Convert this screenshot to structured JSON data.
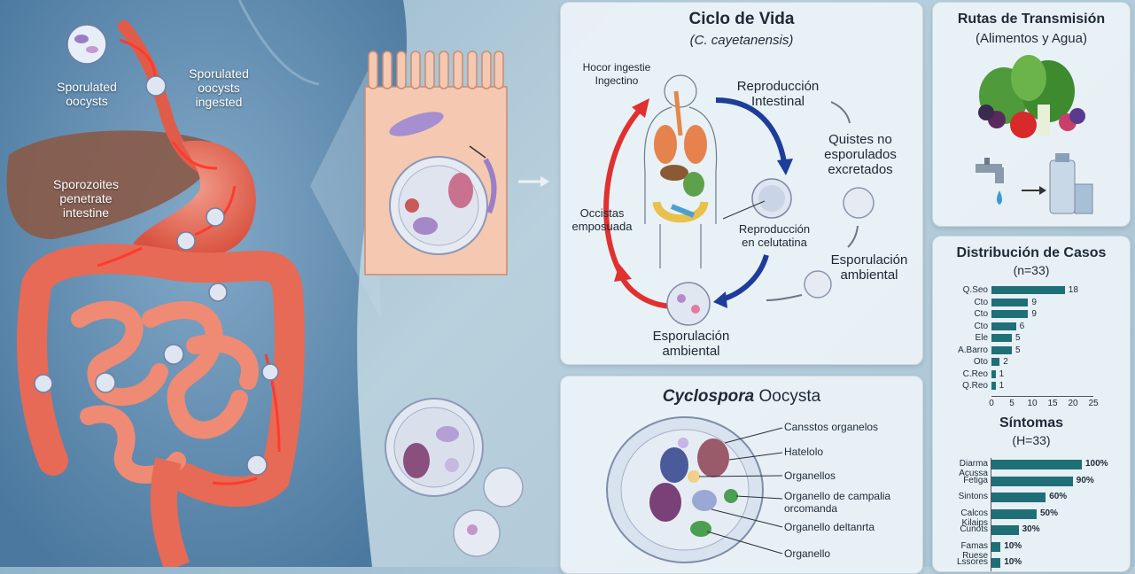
{
  "anatomy": {
    "label_sporulated": "Sporulated\noocysts",
    "label_ingested": "Sporulated\noocysts\ningested",
    "label_sporozoites": "Sporozoites\npenetrate\nintestine"
  },
  "life_cycle": {
    "title": "Ciclo de Vida",
    "subtitle": "(C. cayetanensis)",
    "labels": {
      "ingest": "Hocor ingestie\nIngectino",
      "reproduccion_intestinal": "Reproducción\nIntestinal",
      "quistes": "Quistes no\nesporulados\nexcretados",
      "esporulacion_right": "Esporulación\nambiental",
      "esporulacion_bottom": "Esporulación\nambiental",
      "occistas": "Occistas\nemposuada",
      "reproduccion_celular": "Reproducción\nen celutatina"
    }
  },
  "transmission": {
    "title": "Rutas de Transmisión",
    "subtitle": "(Alimentos y Agua)"
  },
  "oocyst": {
    "title_italic": "Cyclospora",
    "title_rest": " Oocysta",
    "labels": [
      "Cansstos organelos",
      "Hatelolo",
      "Organellos",
      "Organello de campalia\norcomanda",
      "Organello deltanrta",
      "Organello"
    ]
  },
  "chart_data": [
    {
      "type": "bar",
      "orientation": "horizontal",
      "title": "Distribución de Casos",
      "subtitle": "(n=33)",
      "categories": [
        "Q.Seo",
        "Cto",
        "Cto",
        "Cto",
        "Ele",
        "A.Barro",
        "Oto",
        "C.Reo",
        "Q.Reo"
      ],
      "values": [
        18,
        9,
        9,
        6,
        5,
        5,
        2,
        1,
        1
      ],
      "xlim": [
        0,
        25
      ],
      "xticks": [
        0,
        5,
        10,
        15,
        20,
        25
      ],
      "color": "#1f6f77"
    },
    {
      "type": "bar",
      "orientation": "horizontal",
      "title": "Síntomas",
      "subtitle": "(H=33)",
      "categories": [
        "Diarma Acussa",
        "Fetiga",
        "Sintons",
        "Calcos Kilaips",
        "Cunots",
        "Famas Ruese",
        "Lssores"
      ],
      "values": [
        100,
        90,
        60,
        50,
        30,
        10,
        10
      ],
      "value_labels": [
        "100%",
        "90%",
        "60%",
        "50%",
        "30%",
        "10%",
        "10%"
      ],
      "xlim": [
        0,
        100
      ],
      "color": "#1f6f77"
    }
  ]
}
